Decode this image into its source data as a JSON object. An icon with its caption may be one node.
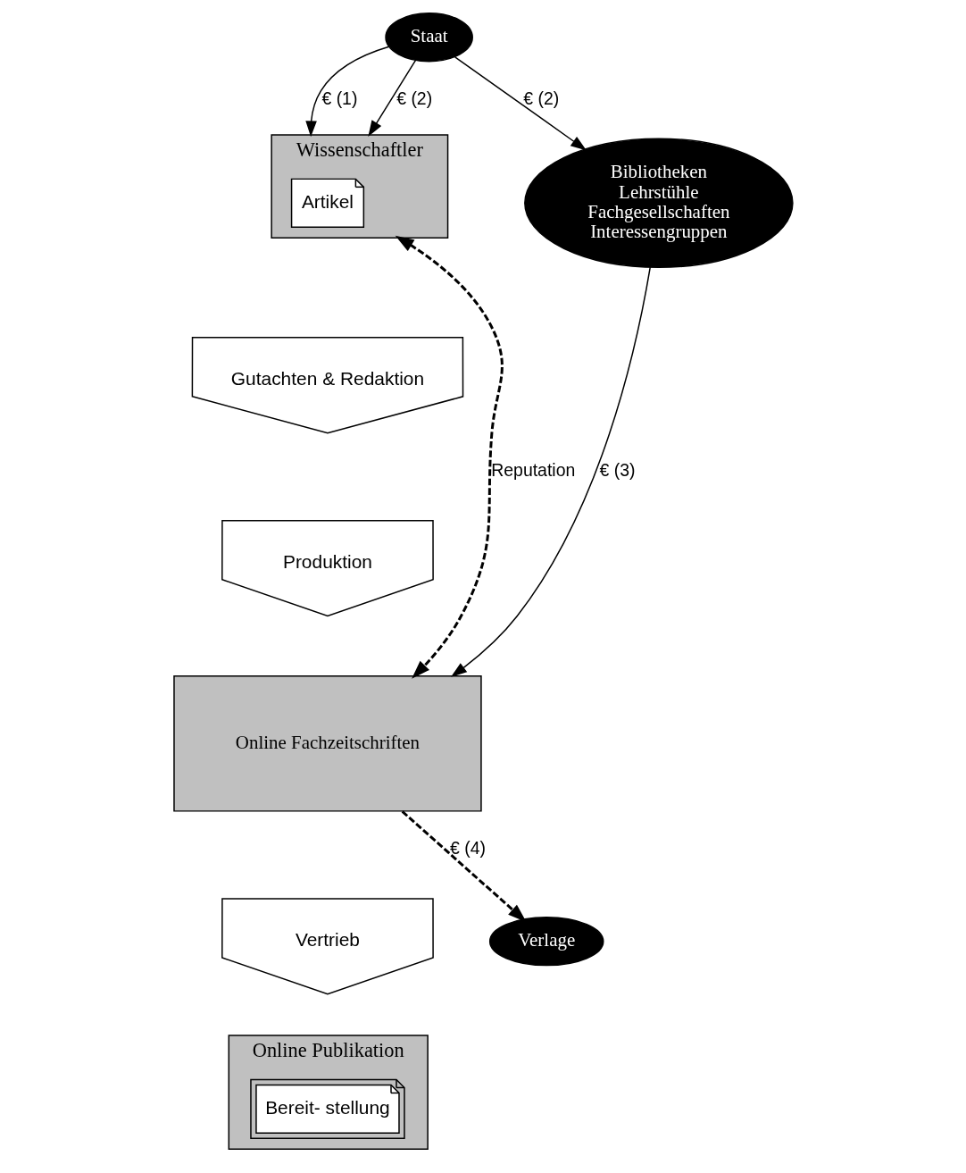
{
  "diagram": {
    "nodes": [
      {
        "text": [
          "Wissenschaftler"
        ]
      },
      {
        "text": [
          "Artikel"
        ],
        "in": 0
      },
      {
        "text": [
          "Gutachten & Redaktion"
        ]
      },
      {
        "text": [
          "Staat"
        ]
      },
      {
        "text": [
          "Bibliotheken",
          "Lehrstühle",
          "Fachgesellschaften",
          "Interessengruppen"
        ]
      },
      {
        "text": [
          "Online Fachzeitschriften"
        ]
      },
      {
        "text": [
          "Produktion"
        ]
      },
      {
        "text": [
          "Vertrieb"
        ]
      },
      {
        "text": [
          "Verlage"
        ]
      },
      {
        "text": [
          "Online Publikation"
        ]
      },
      {
        "text": [
          "Bereit- stellung"
        ],
        "in": 9
      }
    ],
    "edges": [
      {
        "from": 3,
        "to": 0,
        "label": "€ (1)",
        "arrow": "to"
      },
      {
        "from": 3,
        "to": 0,
        "label": "€ (2)",
        "arrow": "to"
      },
      {
        "from": 3,
        "to": 4,
        "label": "€ (2)",
        "arrow": "to"
      },
      {
        "from": 0,
        "to": 5,
        "label": "Reputation",
        "arrow": "both",
        "style": "dashed"
      },
      {
        "from": 4,
        "to": 5,
        "label": "€ (3)",
        "arrow": "to"
      },
      {
        "from": 5,
        "to": 8,
        "label": "€ (4)",
        "arrow": "to",
        "style": "dashed"
      }
    ]
  }
}
